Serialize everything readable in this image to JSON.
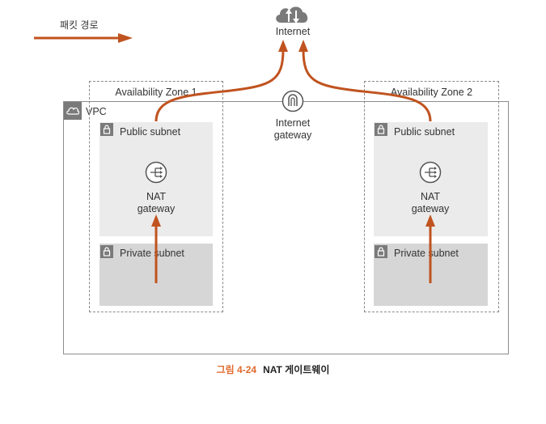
{
  "legend": {
    "label": "패킷 경로"
  },
  "internet": {
    "label": "Internet"
  },
  "internet_gateway": {
    "label_line1": "Internet",
    "label_line2": "gateway"
  },
  "vpc": {
    "label": "VPC"
  },
  "zones": [
    {
      "label": "Availability Zone 1",
      "public_subnet": "Public subnet",
      "private_subnet": "Private subnet",
      "nat_line1": "NAT",
      "nat_line2": "gateway"
    },
    {
      "label": "Availability Zone 2",
      "public_subnet": "Public subnet",
      "private_subnet": "Private subnet",
      "nat_line1": "NAT",
      "nat_line2": "gateway"
    }
  ],
  "caption": {
    "prefix": "그림 4-24",
    "title": "NAT 게이트웨이"
  },
  "colors": {
    "arrow": "#c0531f",
    "caption_accent": "#e06a2c",
    "public_bg": "#ebebeb",
    "private_bg": "#d6d6d6"
  }
}
